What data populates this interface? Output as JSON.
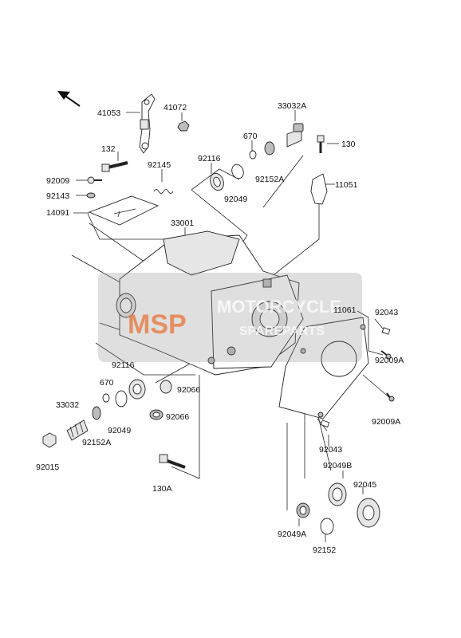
{
  "diagram": {
    "labels": {
      "p41053": "41053",
      "p41072": "41072",
      "p132": "132",
      "p92145": "92145",
      "p92009_top": "92009",
      "p92143": "92143",
      "p14091": "14091",
      "p33001": "33001",
      "p92116_top": "92116",
      "p670_top": "670",
      "p33032A": "33032A",
      "p130": "130",
      "p92049_top": "92049",
      "p92152A_top": "92152A",
      "p11051": "11051",
      "p11061": "11061",
      "p92043_top": "92043",
      "p92009A_1": "92009A",
      "p92009A_2": "92009A",
      "p92116_bot": "92116",
      "p670_bot": "670",
      "p92066_1": "92066",
      "p92066_2": "92066",
      "p33032": "33032",
      "p92049_bot": "92049",
      "p92152A_bot": "92152A",
      "p92015": "92015",
      "p130A": "130A",
      "p92043_bot": "92043",
      "p92049B": "92049B",
      "p92045": "92045",
      "p92049A": "92049A",
      "p92152": "92152"
    },
    "watermark": {
      "brand": "MOTORCYCLE",
      "sub": "SPAREPARTS",
      "logo": "MSP"
    },
    "icons": [
      "front-direction-arrow-icon"
    ]
  }
}
